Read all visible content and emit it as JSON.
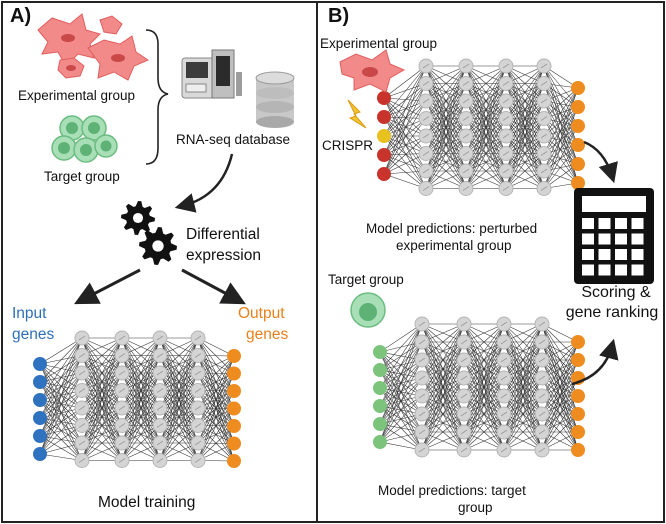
{
  "panel_a": {
    "label": "A)",
    "experimental_group": "Experimental group",
    "target_group": "Target group",
    "database": "RNA-seq database",
    "diff_line1": "Differential",
    "diff_line2": "expression",
    "input_line1": "Input",
    "input_line2": "genes",
    "output_line1": "Output",
    "output_line2": "genes",
    "training": "Model training"
  },
  "panel_b": {
    "label": "B)",
    "experimental_group": "Experimental group",
    "crispr": "CRISPR",
    "pred1_line1": "Model predictions: perturbed",
    "pred1_line2": "experimental group",
    "target_group": "Target group",
    "scoring_line1": "Scoring &",
    "scoring_line2": "gene ranking",
    "pred2_line1": "Model predictions: target",
    "pred2_line2": "group"
  },
  "colors": {
    "input_node": "#2f72c0",
    "output_node": "#ef8c1f",
    "hidden_node": "#d4d4d4",
    "perturbed_node": "#c8342c",
    "crispr_node": "#e8c21c",
    "target_node": "#7cc47c",
    "cell_experimental": "#f28a8a",
    "cell_target": "#8fd3a4"
  }
}
